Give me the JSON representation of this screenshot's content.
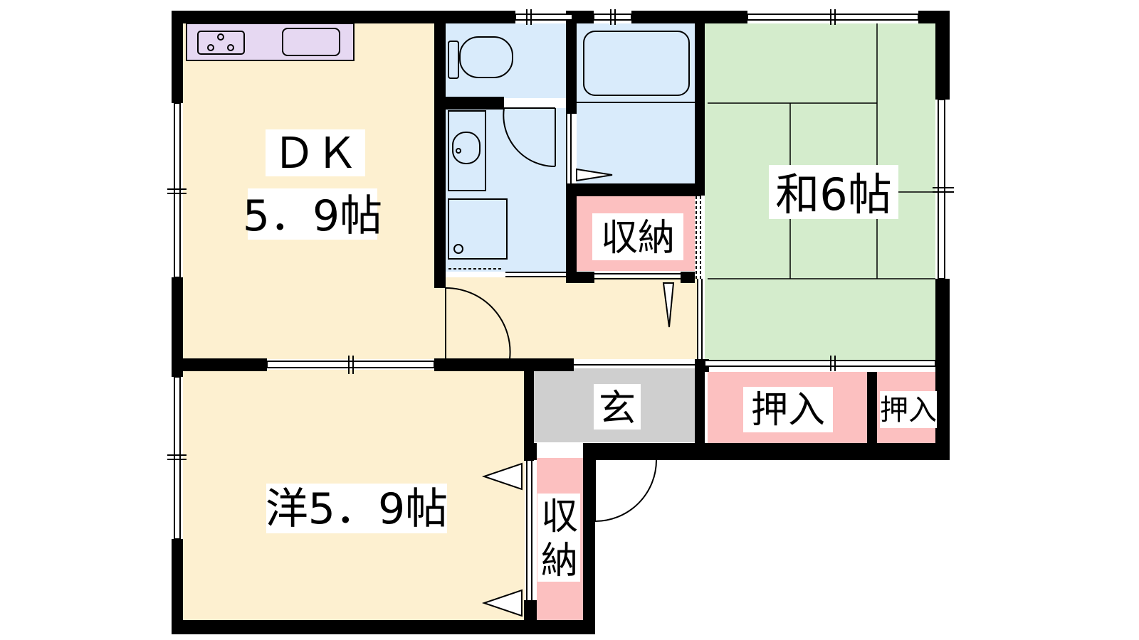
{
  "colors": {
    "wall": "#000000",
    "dining_kitchen": "#fdf0d0",
    "western_room": "#fdf0d0",
    "hall": "#fdf0d0",
    "japanese_room": "#d4eccc",
    "wet_area": "#d9ebfb",
    "storage": "#fcc0c0",
    "entrance": "#cfcfcf",
    "kitchen_fixture": "#e6d8f2"
  },
  "rooms": {
    "dk": {
      "line1": "ＤＫ",
      "line2": "5．9帖"
    },
    "washitsu": {
      "label": "和6帖"
    },
    "youshitsu": {
      "label": "洋5．9帖"
    },
    "storage_center": {
      "label": "収納"
    },
    "storage_western": {
      "line1": "収",
      "line2": "納"
    },
    "entrance": {
      "label": "玄"
    },
    "oshiire_large": {
      "label": "押入"
    },
    "oshiire_small": {
      "label": "押入"
    }
  },
  "icons": [
    "stove-icon",
    "sink-icon",
    "toilet-icon",
    "bathtub-icon",
    "washbasin-icon",
    "washing-machine-icon",
    "door-swing-icon",
    "window-icon"
  ]
}
